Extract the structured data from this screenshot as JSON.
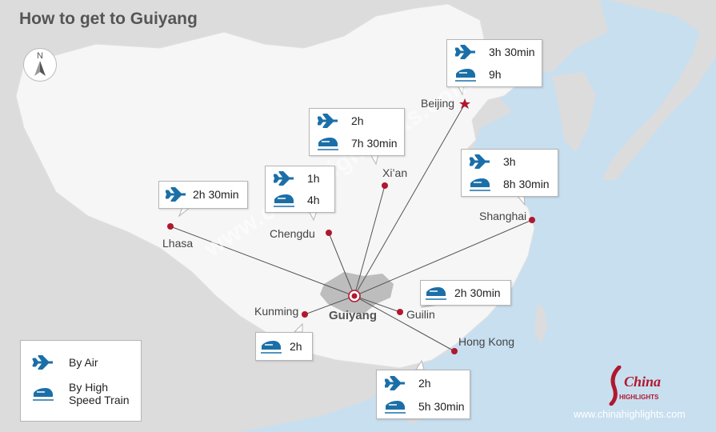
{
  "title": "How to get to Guiyang",
  "compass_label": "N",
  "watermark": "www.chinahighlights.com",
  "brand": {
    "logo_text_1": "China",
    "logo_text_2": "HIGHLIGHTS",
    "url": "www.chinahighlights.com"
  },
  "colors": {
    "water": "#c8dff0",
    "land_other": "#dcdcdc",
    "china": "#f6f6f6",
    "guizhou": "#bdbdbd",
    "route_line": "#555555",
    "city_dot": "#b0182e",
    "icon_blue": "#1b6fa8"
  },
  "cities": {
    "guiyang": "Guiyang",
    "beijing": "Beijing",
    "xian": "Xi’an",
    "chengdu": "Chengdu",
    "lhasa": "Lhasa",
    "shanghai": "Shanghai",
    "kunming": "Kunming",
    "guilin": "Guilin",
    "hongkong": "Hong Kong"
  },
  "routes": {
    "beijing": {
      "air": "3h  30min",
      "train": "9h"
    },
    "xian": {
      "air": "2h",
      "train": "7h 30min"
    },
    "chengdu": {
      "air": "1h",
      "train": "4h"
    },
    "lhasa": {
      "air": "2h  30min"
    },
    "shanghai": {
      "air": "3h",
      "train": "8h 30min"
    },
    "guilin": {
      "train": "2h  30min"
    },
    "kunming": {
      "train": "2h"
    },
    "hongkong": {
      "air": "2h",
      "train": "5h 30min"
    }
  },
  "legend": {
    "air": "By Air",
    "train_line1": "By High",
    "train_line2": "Speed Train"
  }
}
